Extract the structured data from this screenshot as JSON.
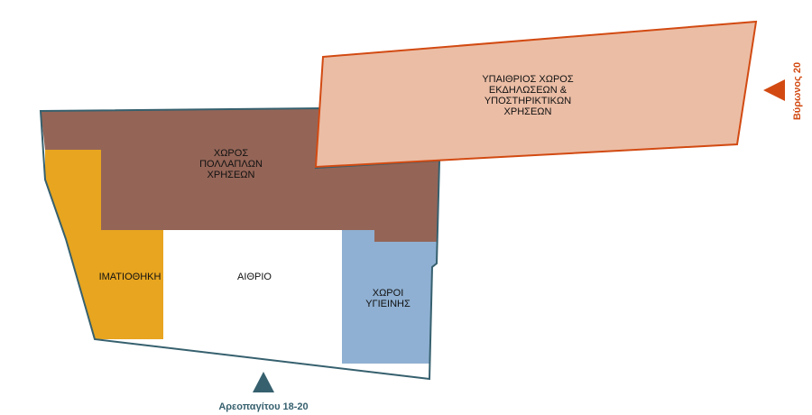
{
  "zones": {
    "multipurpose": {
      "lines": [
        "ΧΩΡΟΣ",
        "ΠΟΛΛΑΠΛΩΝ",
        "ΧΡΗΣΕΩΝ"
      ],
      "color": "#946557"
    },
    "outdoor": {
      "lines": [
        "ΥΠΑΙΘΡΙΟΣ ΧΩΡΟΣ",
        "ΕΚΔΗΛΩΣΕΩΝ &",
        "ΥΠΟΣΤΗΡΙΚΤΙΚΩΝ",
        "ΧΡΗΣΕΩΝ"
      ],
      "color": "#ebbda5"
    },
    "cloakroom": {
      "lines": [
        "ΙΜΑΤΙΟΘΗΚΗ"
      ],
      "color": "#e8a51f"
    },
    "atrium": {
      "lines": [
        "ΑΙΘΡΙΟ"
      ],
      "color": "#ffffff"
    },
    "restrooms": {
      "lines": [
        "ΧΩΡΟΙ",
        "ΥΓΙΕΙΝΗΣ"
      ],
      "color": "#8fb0d2"
    }
  },
  "entrances": {
    "areopagitou": {
      "label": "Αρεοπαγίτου 18-20",
      "color": "#36606e"
    },
    "vyronos": {
      "label": "Βύρωνος 20",
      "color": "#d24a12"
    }
  },
  "outline_color": "#36606e",
  "outdoor_outline_color": "#d24a12"
}
